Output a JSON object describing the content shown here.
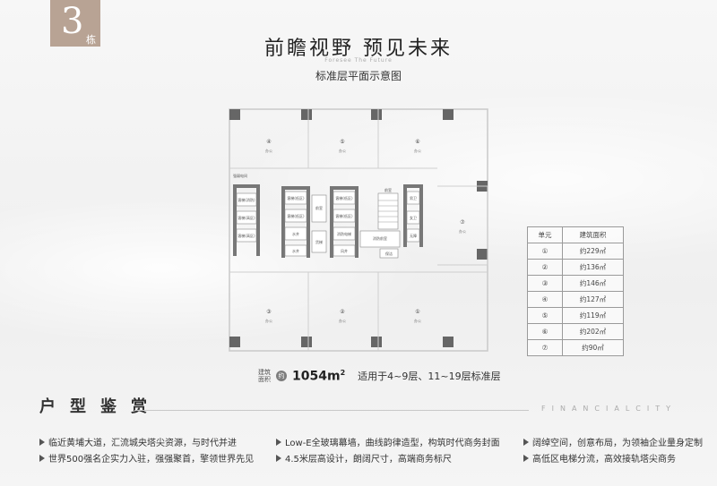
{
  "badge": {
    "number": "3",
    "unit": "栋"
  },
  "header": {
    "title": "前瞻视野  预见未来",
    "subtitle_en": "Foresee The Future",
    "subtitle": "标准层平面示意图"
  },
  "plan": {
    "units": [
      {
        "id": "1",
        "label": "①",
        "use": "办公"
      },
      {
        "id": "2",
        "label": "②",
        "use": "办公"
      },
      {
        "id": "3",
        "label": "③",
        "use": "办公"
      },
      {
        "id": "4",
        "label": "④",
        "use": "办公"
      },
      {
        "id": "5",
        "label": "⑤",
        "use": "办公"
      },
      {
        "id": "6",
        "label": "⑥",
        "use": "办公"
      },
      {
        "id": "7",
        "label": "⑦",
        "use": "办公"
      }
    ],
    "core_labels": {
      "strong_elec": "强弱电间",
      "elevator": "客梯",
      "lift": "货梯(消防)",
      "water": "水井",
      "fire_elevator": "消防电梯",
      "restroom_m": "男卫",
      "restroom_f": "女卫",
      "stairs": "楼梯",
      "front_room": "前室",
      "airshaft": "风井",
      "fire_front": "消防前室",
      "cleaning": "保洁"
    }
  },
  "legend": {
    "header_unit": "单元",
    "header_area": "建筑面积",
    "rows": [
      {
        "unit": "①",
        "area": "约229㎡"
      },
      {
        "unit": "②",
        "area": "约136㎡"
      },
      {
        "unit": "③",
        "area": "约146㎡"
      },
      {
        "unit": "④",
        "area": "约127㎡"
      },
      {
        "unit": "⑤",
        "area": "约119㎡"
      },
      {
        "unit": "⑥",
        "area": "约202㎡"
      },
      {
        "unit": "⑦",
        "area": "约90㎡"
      }
    ]
  },
  "area": {
    "label": "建筑面积",
    "icon": "约",
    "value": "1054m",
    "sup": "2",
    "desc": "适用于4~9层、11~19层标准层"
  },
  "section": {
    "title": "户型鉴赏",
    "tagline": "FINANCIALCITY"
  },
  "features": [
    "临近黄埔大道，汇流城央塔尖资源，与时代并进",
    "世界500强名企实力入驻，强强聚首，擎领世界先见",
    "Low-E全玻璃幕墙，曲线韵律造型，构筑时代商务封面",
    "4.5米层高设计，朗阔尺寸，高端商务标尺",
    "阔绰空间，创意布局，为领袖企业量身定制",
    "高低区电梯分流，高效接轨塔尖商务"
  ]
}
